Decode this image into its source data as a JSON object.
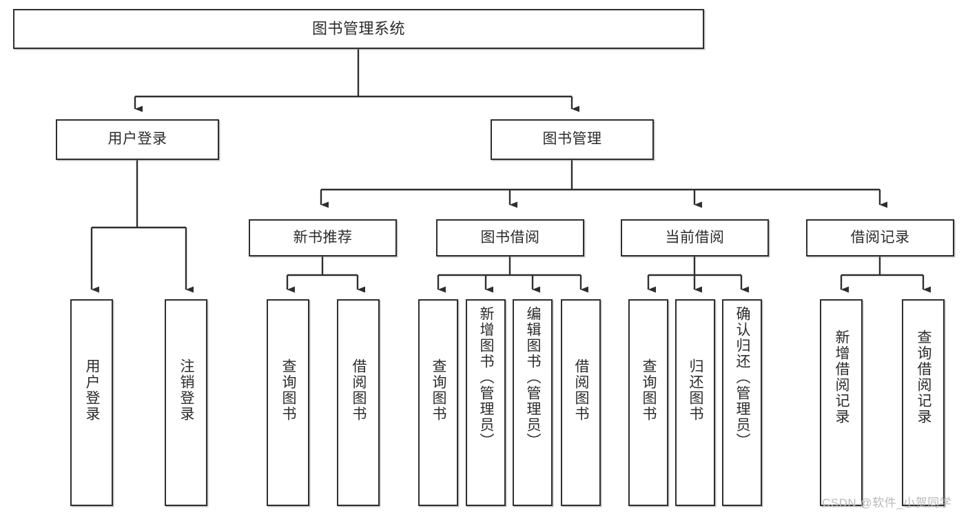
{
  "diagram": {
    "title": "图书管理系统",
    "type": "function-structure-tree",
    "stroke_color": "#2e2e2e",
    "text_color": "#2b2b2b",
    "background_color": "#ffffff",
    "watermark": {
      "text": "CSDN @软件_小贺同学",
      "color": "#b9b9b9"
    }
  },
  "nodes": {
    "root": {
      "label": "图书管理系统"
    },
    "level1": [
      {
        "id": "user-login",
        "label": "用户登录"
      },
      {
        "id": "book-manage",
        "label": "图书管理"
      }
    ],
    "level2": [
      {
        "id": "new-book-recommend",
        "label": "新书推荐"
      },
      {
        "id": "book-borrow",
        "label": "图书借阅"
      },
      {
        "id": "current-borrow",
        "label": "当前借阅"
      },
      {
        "id": "borrow-record",
        "label": "借阅记录"
      }
    ],
    "leaves": {
      "user_login": [
        {
          "id": "leaf-user-login",
          "label": "用户登录"
        },
        {
          "id": "leaf-user-logout",
          "label": "注销登录"
        }
      ],
      "new_book_recommend": [
        {
          "id": "leaf-query-book-1",
          "label": "查询图书"
        },
        {
          "id": "leaf-borrow-book-1",
          "label": "借阅图书"
        }
      ],
      "book_borrow": [
        {
          "id": "leaf-query-book-2",
          "label": "查询图书"
        },
        {
          "id": "leaf-add-book",
          "label": "新增图书（管理员）"
        },
        {
          "id": "leaf-edit-book",
          "label": "编辑图书（管理员）"
        },
        {
          "id": "leaf-borrow-book-2",
          "label": "借阅图书"
        }
      ],
      "current_borrow": [
        {
          "id": "leaf-query-book-3",
          "label": "查询图书"
        },
        {
          "id": "leaf-return-book",
          "label": "归还图书"
        },
        {
          "id": "leaf-confirm-return",
          "label": "确认归还（管理员）"
        }
      ],
      "borrow_record": [
        {
          "id": "leaf-add-record",
          "label": "新增借阅记录"
        },
        {
          "id": "leaf-query-record",
          "label": "查询借阅记录"
        }
      ]
    }
  }
}
